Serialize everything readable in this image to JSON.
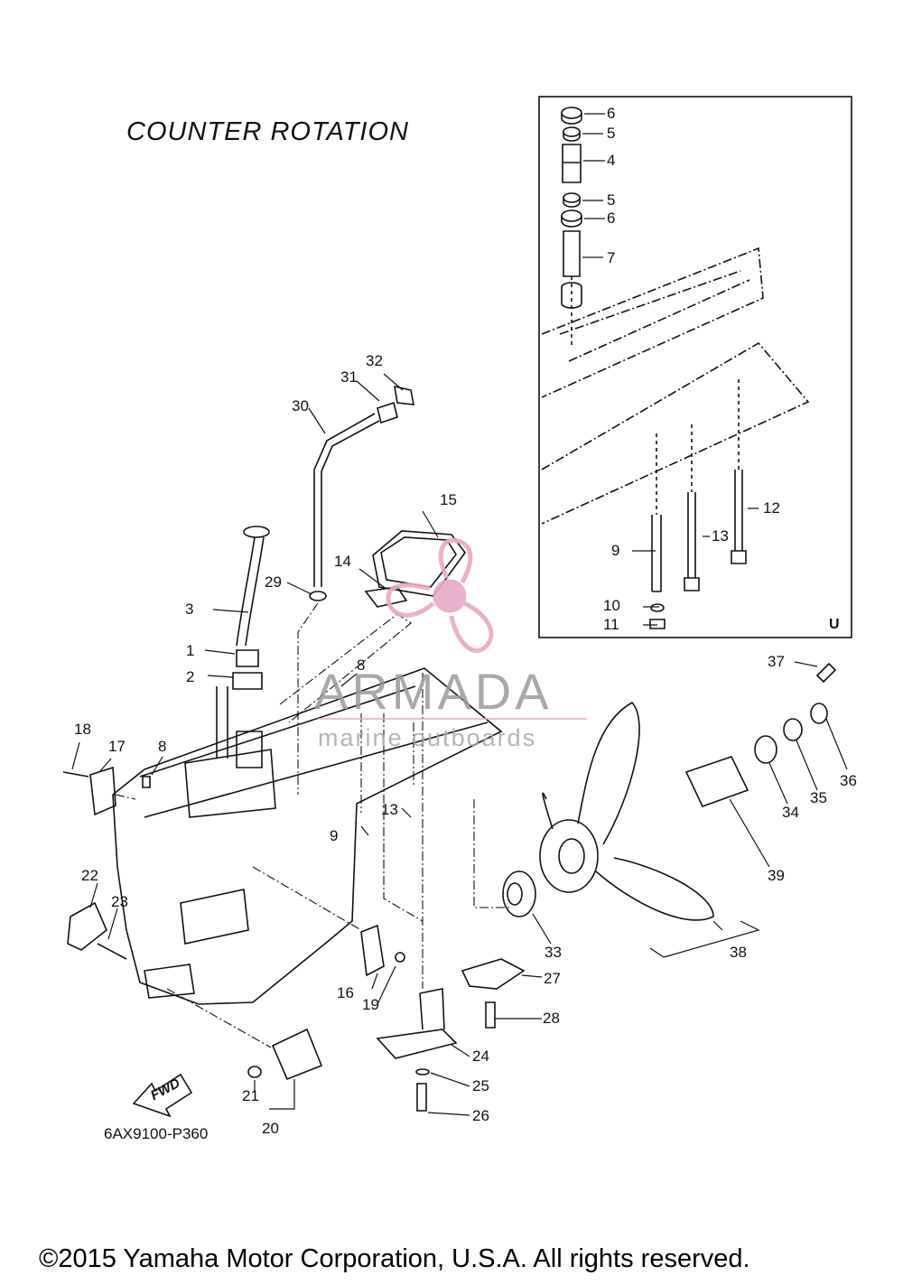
{
  "title": "COUNTER  ROTATION",
  "diagram_code": "6AX9100-P360",
  "copyright": "©2015 Yamaha Motor Corporation, U.S.A. All rights reserved.",
  "inset_tag": "U",
  "fwd_label": "FWD",
  "watermark": {
    "name": "ARMADA",
    "subtitle": "marine outboards"
  },
  "callouts": [
    "6",
    "5",
    "4",
    "5",
    "6",
    "7",
    "12",
    "13",
    "9",
    "10",
    "11",
    "32",
    "31",
    "30",
    "15",
    "14",
    "29",
    "3",
    "1",
    "2",
    "8",
    "37",
    "18",
    "17",
    "8",
    "36",
    "35",
    "34",
    "13",
    "9",
    "39",
    "22",
    "23",
    "33",
    "38",
    "27",
    "16",
    "19",
    "28",
    "24",
    "25",
    "26",
    "21",
    "20"
  ],
  "colors": {
    "line": "#111111",
    "watermark_pink": "#e7a9c6",
    "watermark_gray": "#9a9a9a"
  }
}
